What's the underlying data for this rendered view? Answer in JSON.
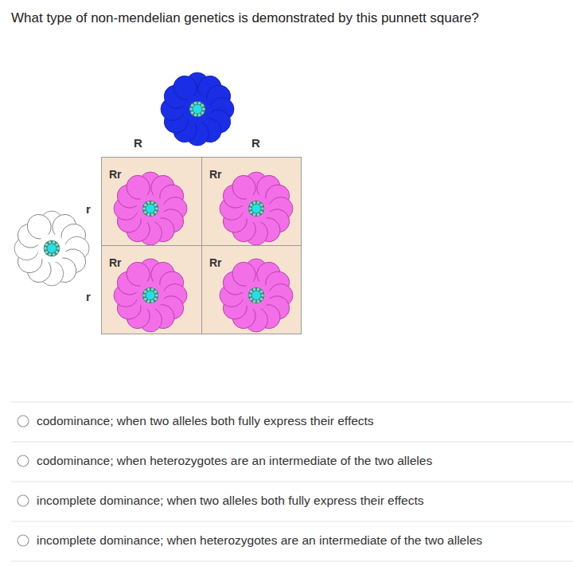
{
  "diagram": {
    "title": "What type of non-mendelian genetics is demonstrated by this punnett square?",
    "nodes": [
      {
        "text": [
          "Rr"
        ]
      },
      {
        "text": [
          "Rr"
        ]
      },
      {
        "text": [
          "Rr"
        ]
      },
      {
        "text": [
          "Rr"
        ]
      }
    ],
    "labels": [
      "R",
      "R",
      "r",
      "r",
      "codominance; when two alleles both fully express their effects",
      "codominance; when heterozygotes are an intermediate of the two alleles",
      "incomplete dominance; when two alleles both fully express their effects",
      "incomplete dominance; when heterozygotes are an intermediate of the two alleles"
    ]
  }
}
